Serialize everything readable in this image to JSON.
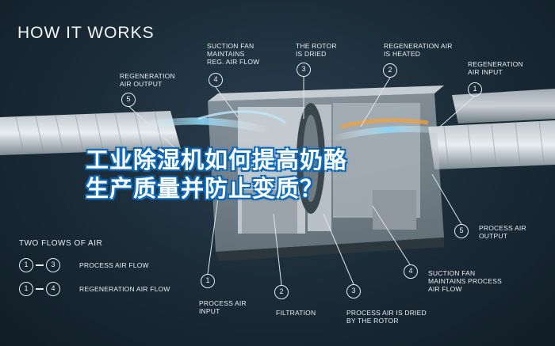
{
  "heading": "HOW IT WORKS",
  "banner_line1": "工业除湿机如何提高奶酪",
  "banner_line2": "生产质量并防止变质？",
  "top_labels": [
    {
      "num": "5",
      "text": "REGENERATION\nAIR OUTPUT"
    },
    {
      "num": "4",
      "text": "SUCTION FAN\nMAINTAINS\nREG. AIR FLOW"
    },
    {
      "num": "3",
      "text": "THE ROTOR\nIS DRIED"
    },
    {
      "num": "2",
      "text": "REGENERATION AIR\nIS HEATED"
    },
    {
      "num": "1",
      "text": "REGENERATION\nAIR INPUT"
    }
  ],
  "bottom_labels": [
    {
      "num": "1",
      "text": "PROCESS AIR\nINPUT"
    },
    {
      "num": "2",
      "text": "FILTRATION"
    },
    {
      "num": "3",
      "text": "PROCESS AIR IS DRIED\nBY THE ROTOR"
    },
    {
      "num": "4",
      "text": "SUCTION FAN\nMAINTAINS PROCESS\nAIR FLOW"
    },
    {
      "num": "5",
      "text": "PROCESS AIR\nOUTPUT"
    }
  ],
  "flows": {
    "title": "TWO FLOWS OF AIR",
    "items": [
      {
        "from": "1",
        "to": "3",
        "label": "PROCESS AIR FLOW"
      },
      {
        "from": "1",
        "to": "4",
        "label": "REGENERATION AIR FLOW"
      }
    ]
  },
  "colors": {
    "background": "#1a2a36",
    "banner_outline": "#0f5fa8",
    "airflow": "#7fd0f5",
    "heat": "#f0a040"
  }
}
